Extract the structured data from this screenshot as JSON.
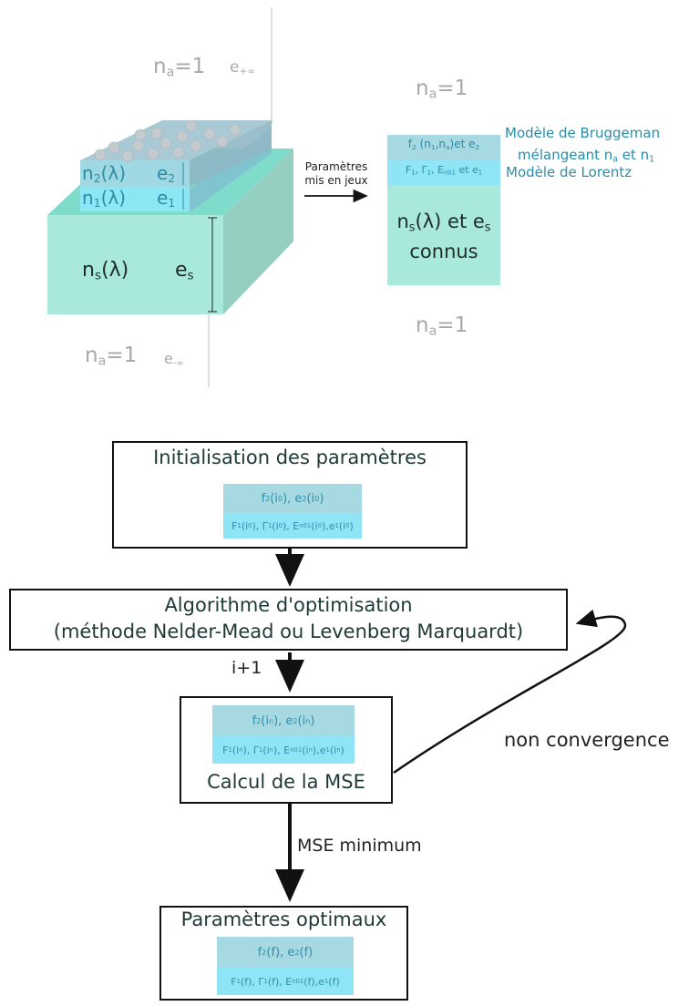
{
  "colors": {
    "substrate": "#a8e9dc",
    "layer_top": "#9fd8e3",
    "layer_bottom": "#8ce6f4",
    "label_gray": "#a8a8a8",
    "text_teal": "#2a8ea6",
    "text_dark": "#1e2d2a"
  },
  "physical_model": {
    "n_a_top": "n<sub>a</sub>=1",
    "e_plus_inf": "e<sub>+∞</sub>",
    "n2": "n<sub>2</sub>(λ)",
    "e2": "e<sub>2</sub>",
    "n1": "n<sub>1</sub>(λ)",
    "e1": "e<sub>1</sub>",
    "ns": "n<sub>s</sub>(λ)",
    "es": "e<sub>s</sub>",
    "n_a_bottom": "n<sub>a</sub>=1",
    "e_minus_inf": "e<sub>-∞</sub>"
  },
  "arrow_label": "Paramètres<br>mis en jeux",
  "equivalent_model": {
    "n_a_top": "n<sub>a</sub>=1",
    "layer2": "f<sub>2</sub> (n<sub>1</sub>,n<sub>a</sub>)et e<sub>2</sub>",
    "layer1": "F<sub>1</sub>, Γ<sub>1</sub>, E<sub>n01</sub> et e<sub>1</sub>",
    "substrate": "n<sub>s</sub>(λ) et e<sub>s</sub><br>connus",
    "n_a_bottom": "n<sub>a</sub>=1",
    "bruggeman_line1": "Modèle de Bruggeman",
    "bruggeman_line2": "mélangeant n<sub>a</sub> et n<sub>1</sub>",
    "lorentz": "Modèle de Lorentz"
  },
  "flowchart": {
    "init_title": "Initialisation des paramètres",
    "init_row1": "f<sub>2</sub>(i<sub>0</sub>), e<sub>2</sub>(i<sub>0</sub>)",
    "init_row2": "F<sub>1</sub>(i<sub>0</sub>), Γ<sub>1</sub>(i<sub>0</sub>), E<sub>n01</sub>(i<sub>0</sub>),e<sub>1</sub>(i<sub>0</sub>)",
    "algo_line1": "Algorithme d'optimisation",
    "algo_line2": "(méthode Nelder-Mead ou Levenberg Marquardt)",
    "iter_label": "i+1",
    "calc_row1": "f<sub>2</sub>(i<sub>n</sub>), e<sub>2</sub>(i<sub>n</sub>)",
    "calc_row2": "F<sub>1</sub>(i<sub>n</sub>), Γ<sub>1</sub>(i<sub>n</sub>), E<sub>n01</sub>(i<sub>n</sub>),e<sub>1</sub>(i<sub>n</sub>)",
    "calc_title": "Calcul de la MSE",
    "non_convergence": "non convergence",
    "mse_minimum": "MSE minimum",
    "opt_title": "Paramètres optimaux",
    "opt_row1": "f<sub>2</sub>(f), e<sub>2</sub>(f)",
    "opt_row2": "F<sub>1</sub>(f), Γ<sub>1</sub>(f), E<sub>n01</sub>(f),e<sub>1</sub>(f)"
  }
}
